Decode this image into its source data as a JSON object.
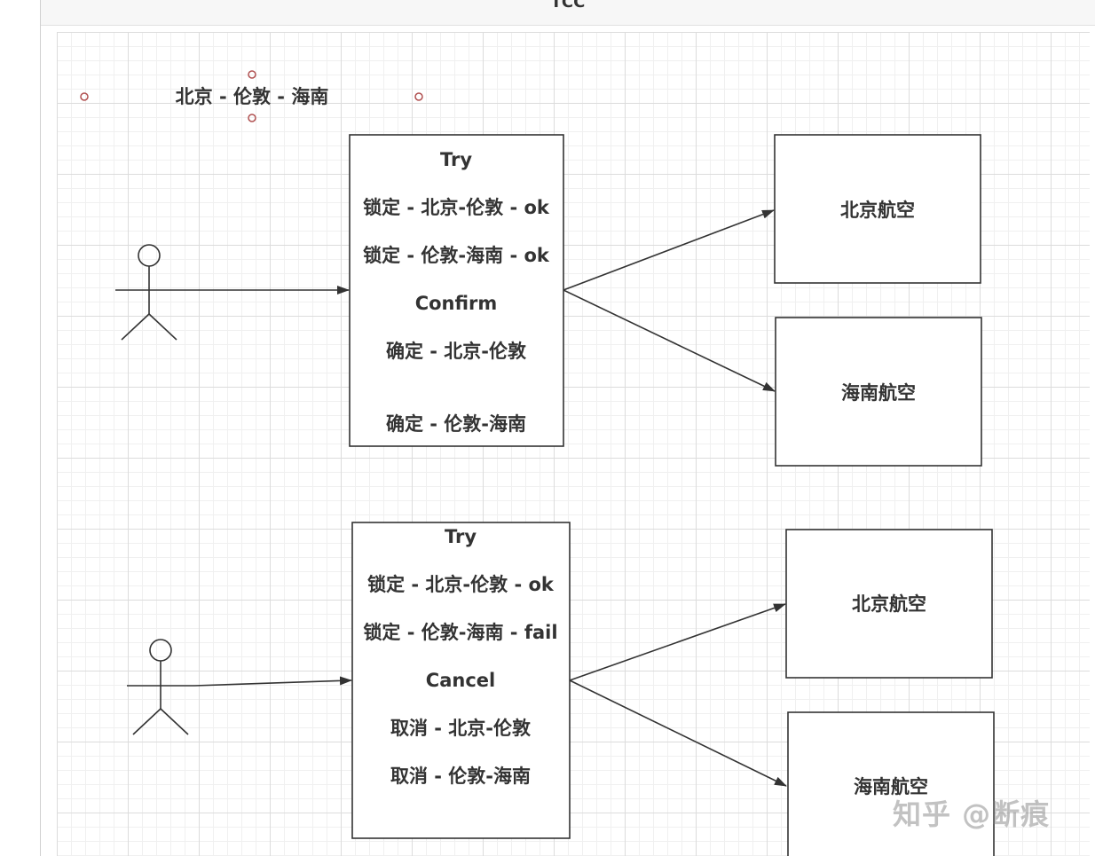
{
  "header": {
    "title": "TCC"
  },
  "route_label": "北京 - 伦敦 - 海南",
  "scenario_success": {
    "lines": [
      "Try",
      "锁定 - 北京-伦敦 - ok",
      "锁定 - 伦敦-海南 - ok",
      "Confirm",
      "确定 - 北京-伦敦",
      "确定 - 伦敦-海南"
    ],
    "targets": [
      "北京航空",
      "海南航空"
    ]
  },
  "scenario_fail": {
    "lines": [
      "Try",
      "锁定 - 北京-伦敦 - ok",
      "锁定 - 伦敦-海南 - fail",
      "Cancel",
      "取消 - 北京-伦敦",
      "取消 - 伦敦-海南"
    ],
    "targets": [
      "北京航空",
      "海南航空"
    ]
  },
  "watermark": "知乎 @断痕",
  "colors": {
    "stroke": "#333333",
    "handle": "#b05050",
    "grid": "#dcdcdc"
  }
}
